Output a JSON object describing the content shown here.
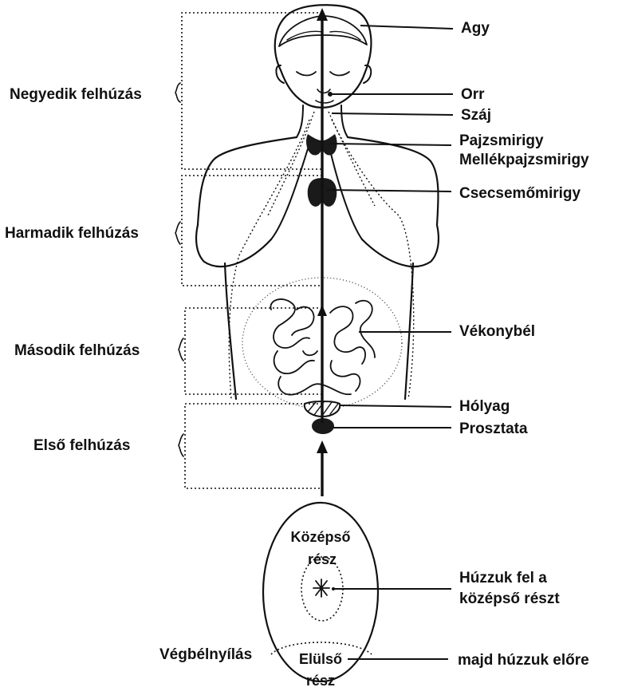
{
  "stages": {
    "fourth": "Negyedik felhúzás",
    "third": "Harmadik felhúzás",
    "second": "Második felhúzás",
    "first": "Első felhúzás"
  },
  "organs": {
    "brain": "Agy",
    "nose": "Orr",
    "mouth": "Száj",
    "thyroid": "Pajzsmirigy",
    "parathyroid": "Mellékpajzsmirigy",
    "thymus": "Csecsemőmirigy",
    "small_intestine": "Vékonybél",
    "bladder": "Hólyag",
    "prostate": "Prosztata"
  },
  "anus": {
    "title": "Végbélnyílás",
    "middle_line1": "Középső",
    "middle_line2": "rész",
    "front_line1": "Elülső",
    "front_line2": "rész",
    "instruction1_line1": "Húzzuk fel a",
    "instruction1_line2": "középső részt",
    "instruction2": "majd húzzuk előre"
  }
}
